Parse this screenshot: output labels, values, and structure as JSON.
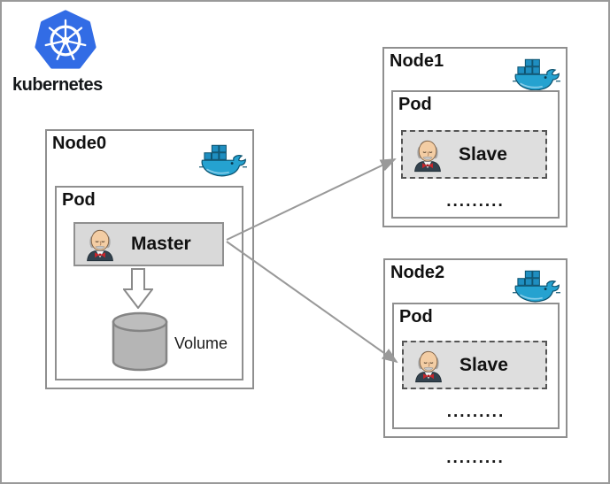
{
  "colors": {
    "kubernetes_blue": "#326ce5",
    "docker_blue": "#25a2d0",
    "box_border_gray": "#8f8f8f",
    "master_fill": "#d9d9d9",
    "slave_fill": "#dedede",
    "slave_border": "#555555",
    "arrow_gray": "#999999",
    "cylinder_fill": "#b5b5b5",
    "text_black": "#111111"
  },
  "kubernetes": {
    "label": "kubernetes"
  },
  "node0": {
    "label": "Node0",
    "pod": {
      "label": "Pod",
      "master_label": "Master",
      "volume_label": "Volume"
    }
  },
  "node1": {
    "label": "Node1",
    "pod": {
      "label": "Pod",
      "slave_label": "Slave",
      "dots": "........."
    }
  },
  "node2": {
    "label": "Node2",
    "pod": {
      "label": "Pod",
      "slave_label": "Slave",
      "dots": "........."
    }
  },
  "more_nodes_dots": "........."
}
